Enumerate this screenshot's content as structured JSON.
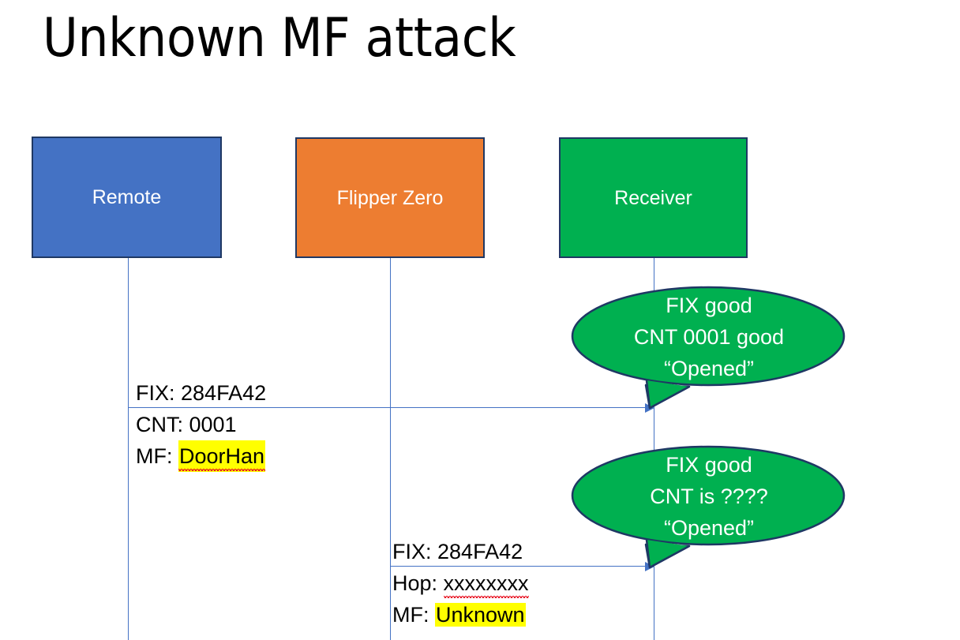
{
  "slide": {
    "title": "Unknown MF attack",
    "background_color": "#FFFFFF"
  },
  "colors": {
    "remote_box": "#4472C4",
    "flipper_box": "#ED7D31",
    "receiver_box": "#00B050",
    "box_border": "#1F3864",
    "lifeline": "#4472C4",
    "arrow": "#4472C4",
    "callout_fill": "#00B050",
    "callout_border": "#1F3864",
    "highlight": "#FFFF00",
    "spellcheck_underline": "#E81123",
    "text_dark": "#000000",
    "text_light": "#FFFFFF"
  },
  "actors": [
    {
      "id": "remote",
      "label": "Remote"
    },
    {
      "id": "flipper",
      "label": "Flipper Zero"
    },
    {
      "id": "receiver",
      "label": "Receiver"
    }
  ],
  "messages": [
    {
      "id": "msg-1",
      "from": "remote",
      "to": "receiver",
      "lines": [
        {
          "prefix": "FIX: ",
          "value": "284FA42",
          "highlighted": false,
          "spellcheck_error": false
        },
        {
          "prefix": "CNT: ",
          "value": "0001",
          "highlighted": false,
          "spellcheck_error": false
        },
        {
          "prefix": "MF: ",
          "value": "DoorHan",
          "highlighted": true,
          "spellcheck_error": true
        }
      ]
    },
    {
      "id": "msg-2",
      "from": "flipper",
      "to": "receiver",
      "lines": [
        {
          "prefix": "FIX: ",
          "value": "284FA42",
          "highlighted": false,
          "spellcheck_error": false
        },
        {
          "prefix": "Hop: ",
          "value": "xxxxxxxx",
          "highlighted": false,
          "spellcheck_error": true
        },
        {
          "prefix": "MF: ",
          "value": "Unknown",
          "highlighted": true,
          "spellcheck_error": false
        }
      ]
    }
  ],
  "callouts": [
    {
      "id": "callout-1",
      "lines": [
        "FIX good",
        "CNT 0001 good",
        "“Opened”"
      ]
    },
    {
      "id": "callout-2",
      "lines": [
        "FIX good",
        "CNT is ????",
        "“Opened”"
      ]
    }
  ]
}
